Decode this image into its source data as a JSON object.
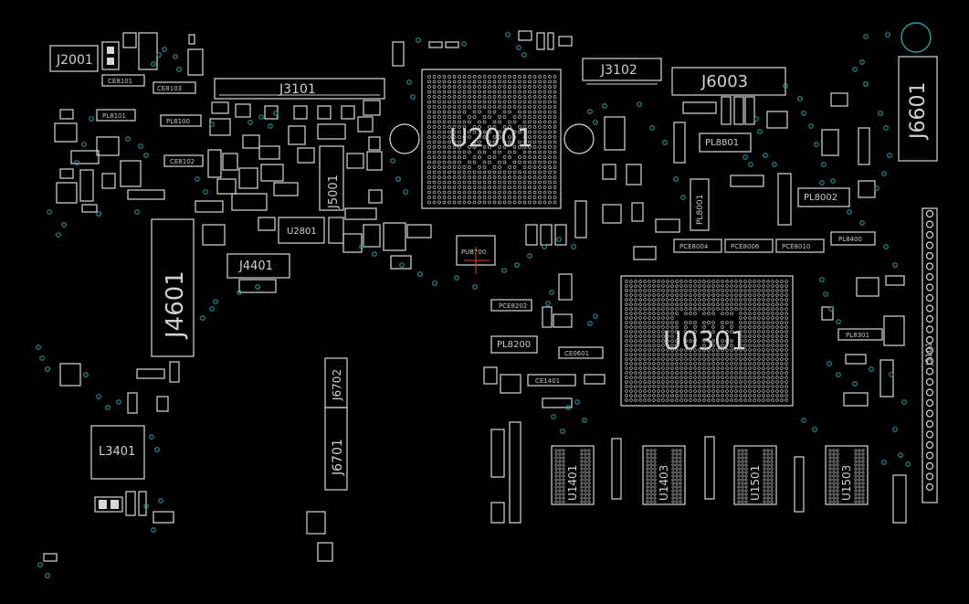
{
  "labels": {
    "J2001": "J2001",
    "CE8101": "CE8101",
    "CE8103": "CE8103",
    "PL8101": "PL8101",
    "PL8100": "PL8100",
    "CE8102": "CE8102",
    "J3101": "J3101",
    "U2001": "U2001",
    "J3102": "J3102",
    "J6003": "J6003",
    "J6601": "J6601",
    "J5001": "J5001",
    "U2801": "U2801",
    "J4401": "J4401",
    "J4601": "J4601",
    "PL8801": "PL8801",
    "PL8002": "PL8002",
    "PL8001": "PL8001",
    "PCE8004": "PCE8004",
    "PCE8006": "PCE8006",
    "PCE8010": "PCE8010",
    "PL8400": "PL8400",
    "PU8700": "PU8700",
    "PCE8202": "PCE8202",
    "PL8200": "PL8200",
    "CE0601": "CE0601",
    "CE1401": "CE1401",
    "U0301": "U0301",
    "PL8301": "PL8301",
    "J5101": "J5101",
    "J6702": "J6702",
    "J6701": "J6701",
    "L3401": "L3401",
    "U1401": "U1401",
    "U1403": "U1403",
    "U1501": "U1501",
    "U1503": "U1503"
  },
  "colors": {
    "background": "#000000",
    "silkscreen": "#d8d8d8",
    "via": "#2aa3a3"
  }
}
